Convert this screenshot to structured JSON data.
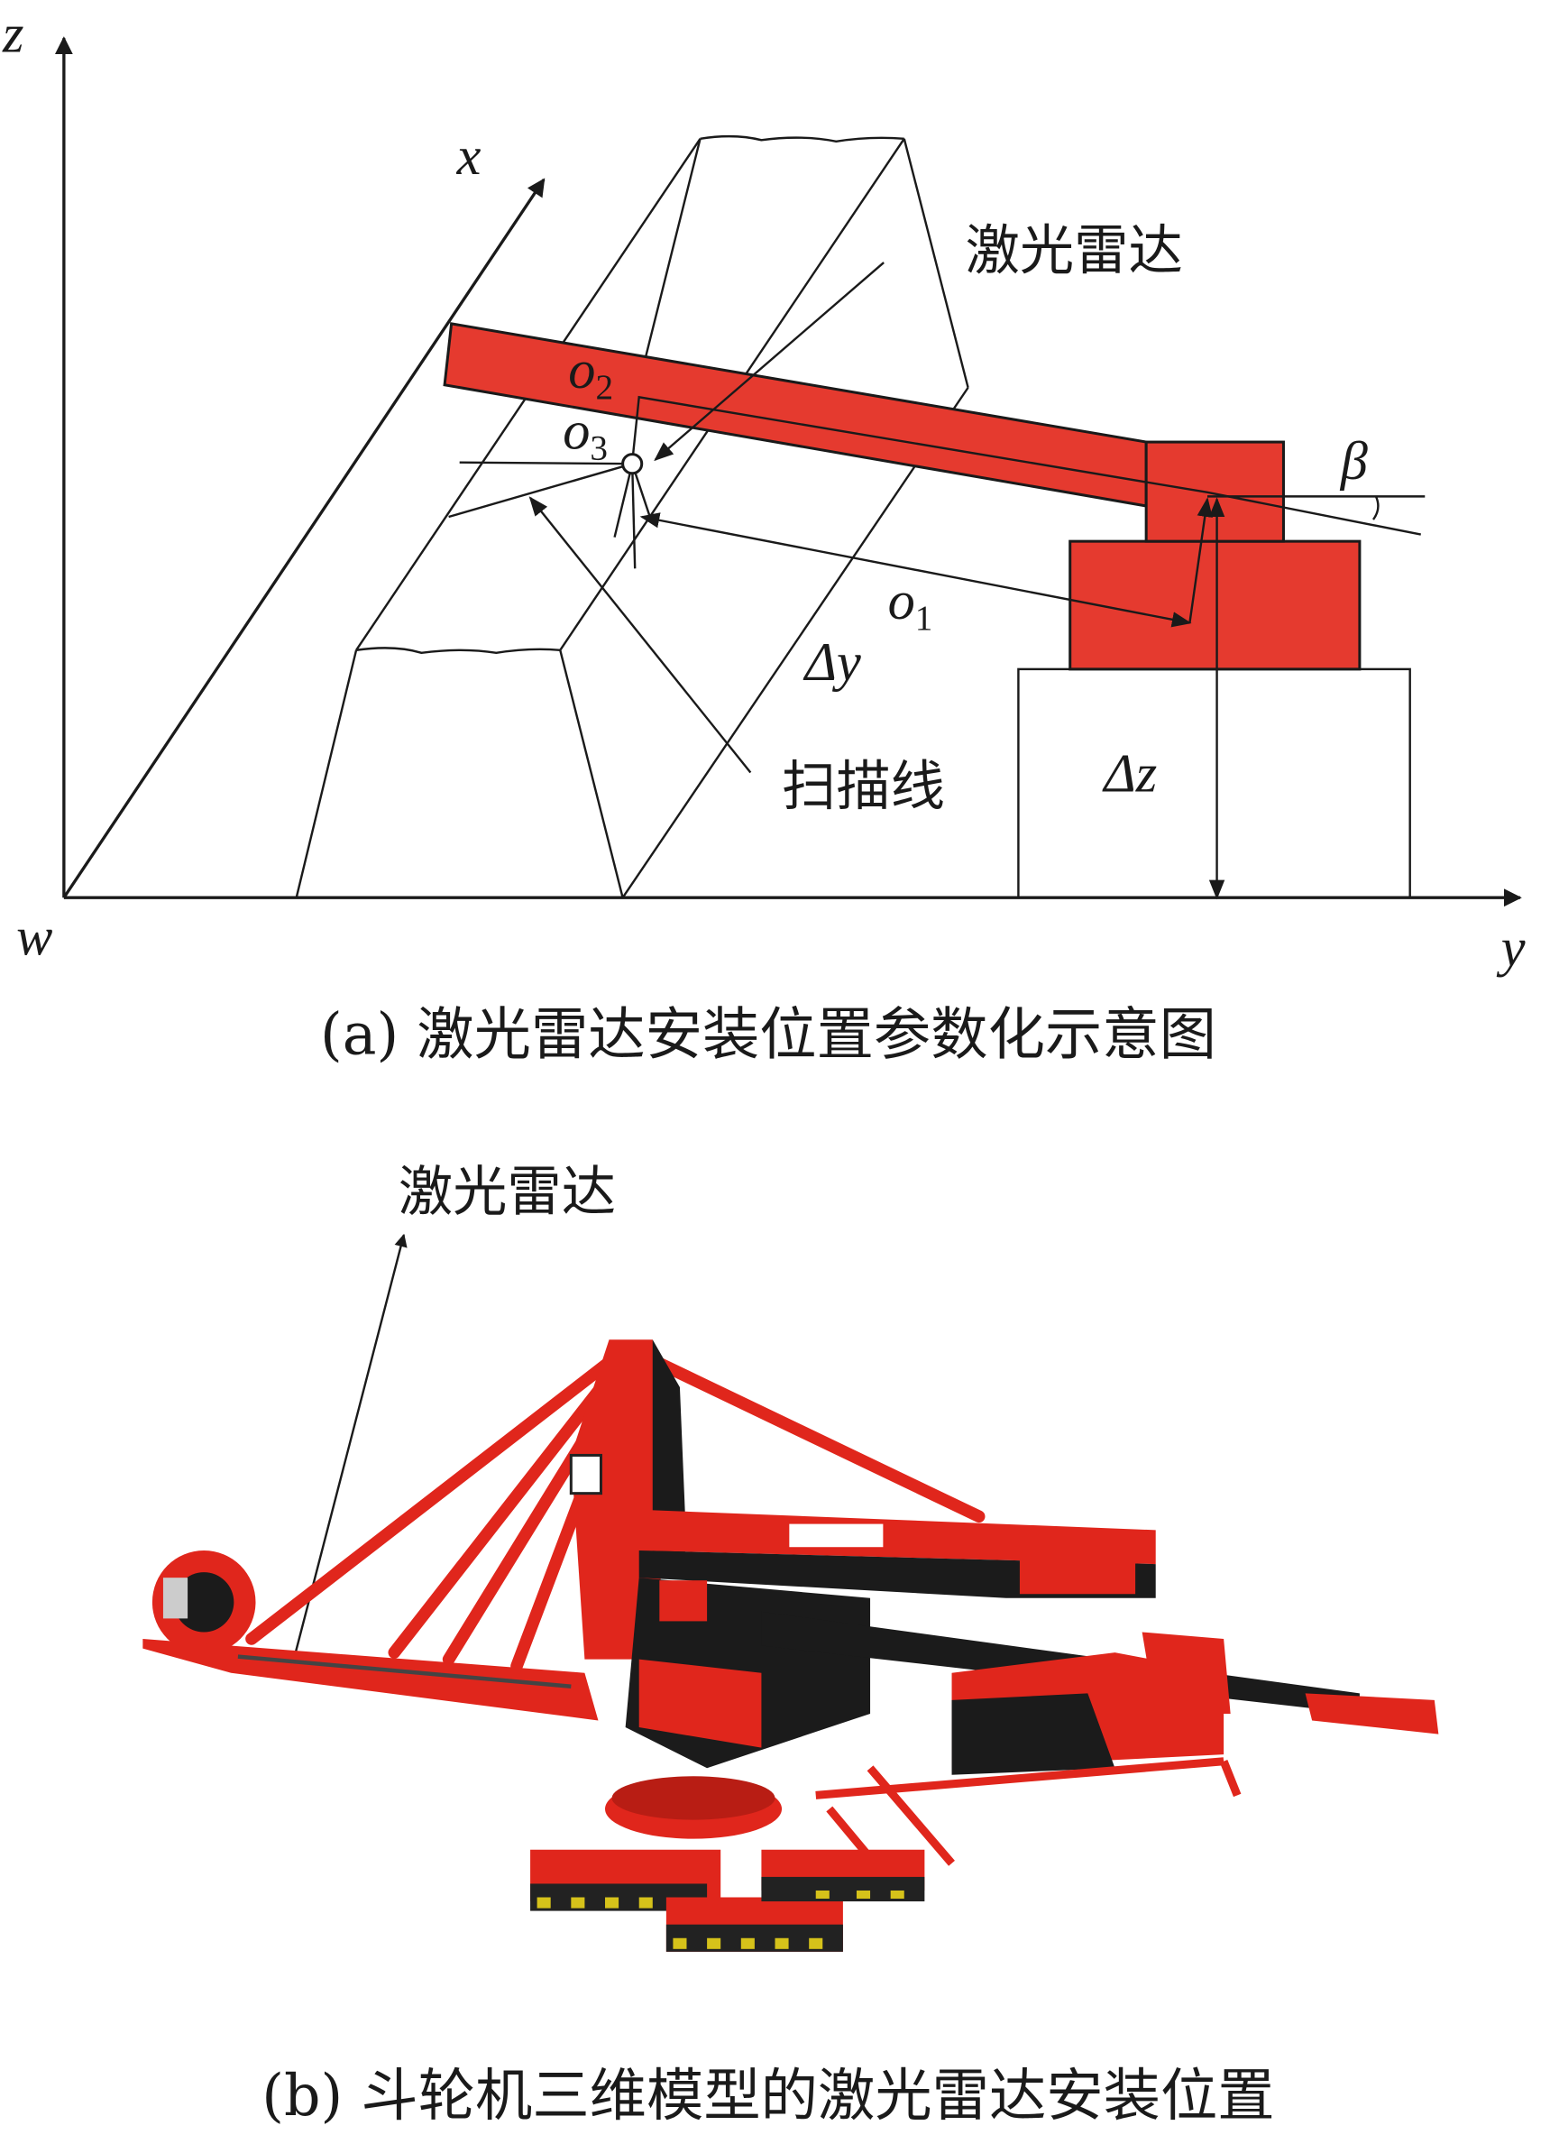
{
  "panel_a": {
    "axis_z": "z",
    "axis_x": "x",
    "axis_y": "y",
    "origin": "w",
    "lidar_label": "激光雷达",
    "scanline_label": "扫描线",
    "o1": "o",
    "o1_sub": "1",
    "o2": "o",
    "o2_sub": "2",
    "o3": "o",
    "o3_sub": "3",
    "beta": "β",
    "delta_y": "Δy",
    "delta_z": "Δz",
    "caption": "(a) 激光雷达安装位置参数化示意图"
  },
  "panel_b": {
    "lidar_label": "激光雷达",
    "caption": "(b) 斗轮机三维模型的激光雷达安装位置"
  },
  "colors": {
    "machine_red": "#e53a2f",
    "dark": "#1b1b1b"
  }
}
